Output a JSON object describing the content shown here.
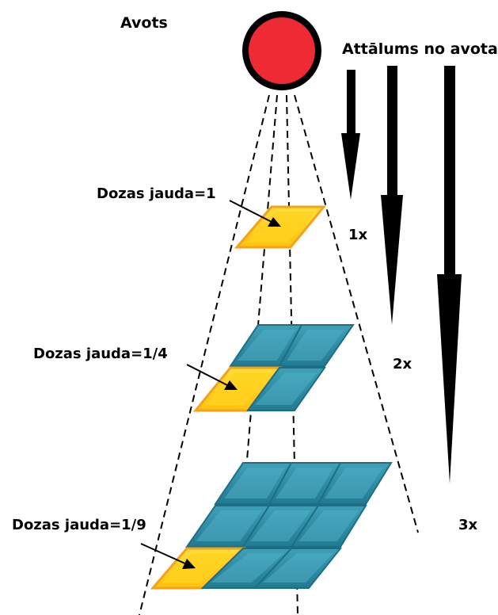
{
  "labels": {
    "source": "Avots",
    "distance_title": "Attālums no avota",
    "dose_1": "Dozas jauda=1",
    "dose_2": "Dozas jauda=1/4",
    "dose_3": "Dozas jauda=1/9",
    "dist_1": "1x",
    "dist_2": "2x",
    "dist_3": "3x"
  },
  "colors": {
    "source_fill": "#ee2a34",
    "source_ring": "#000000",
    "tile_yellow": "#ffd21e",
    "tile_yellow_edge": "#f4a21b",
    "tile_teal": "#2e8aa2",
    "tile_teal_edge": "#1d6e84",
    "tile_teal_light": "#57b6cb",
    "arrow": "#000000"
  }
}
